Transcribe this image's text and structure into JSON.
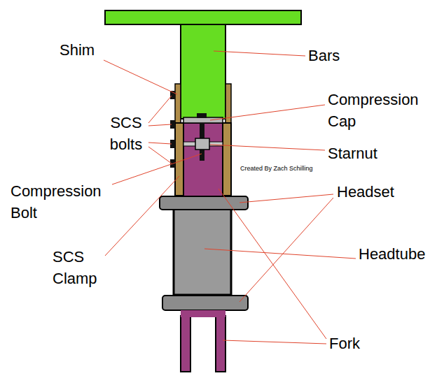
{
  "diagram": {
    "labels": [
      "Shim",
      "SCS bolts",
      "Compression Bolt",
      "SCS Clamp",
      "Bars",
      "Compression Cap",
      "Starnut",
      "Created By Zach Schilling",
      "Headset",
      "Headtube",
      "Fork"
    ]
  }
}
